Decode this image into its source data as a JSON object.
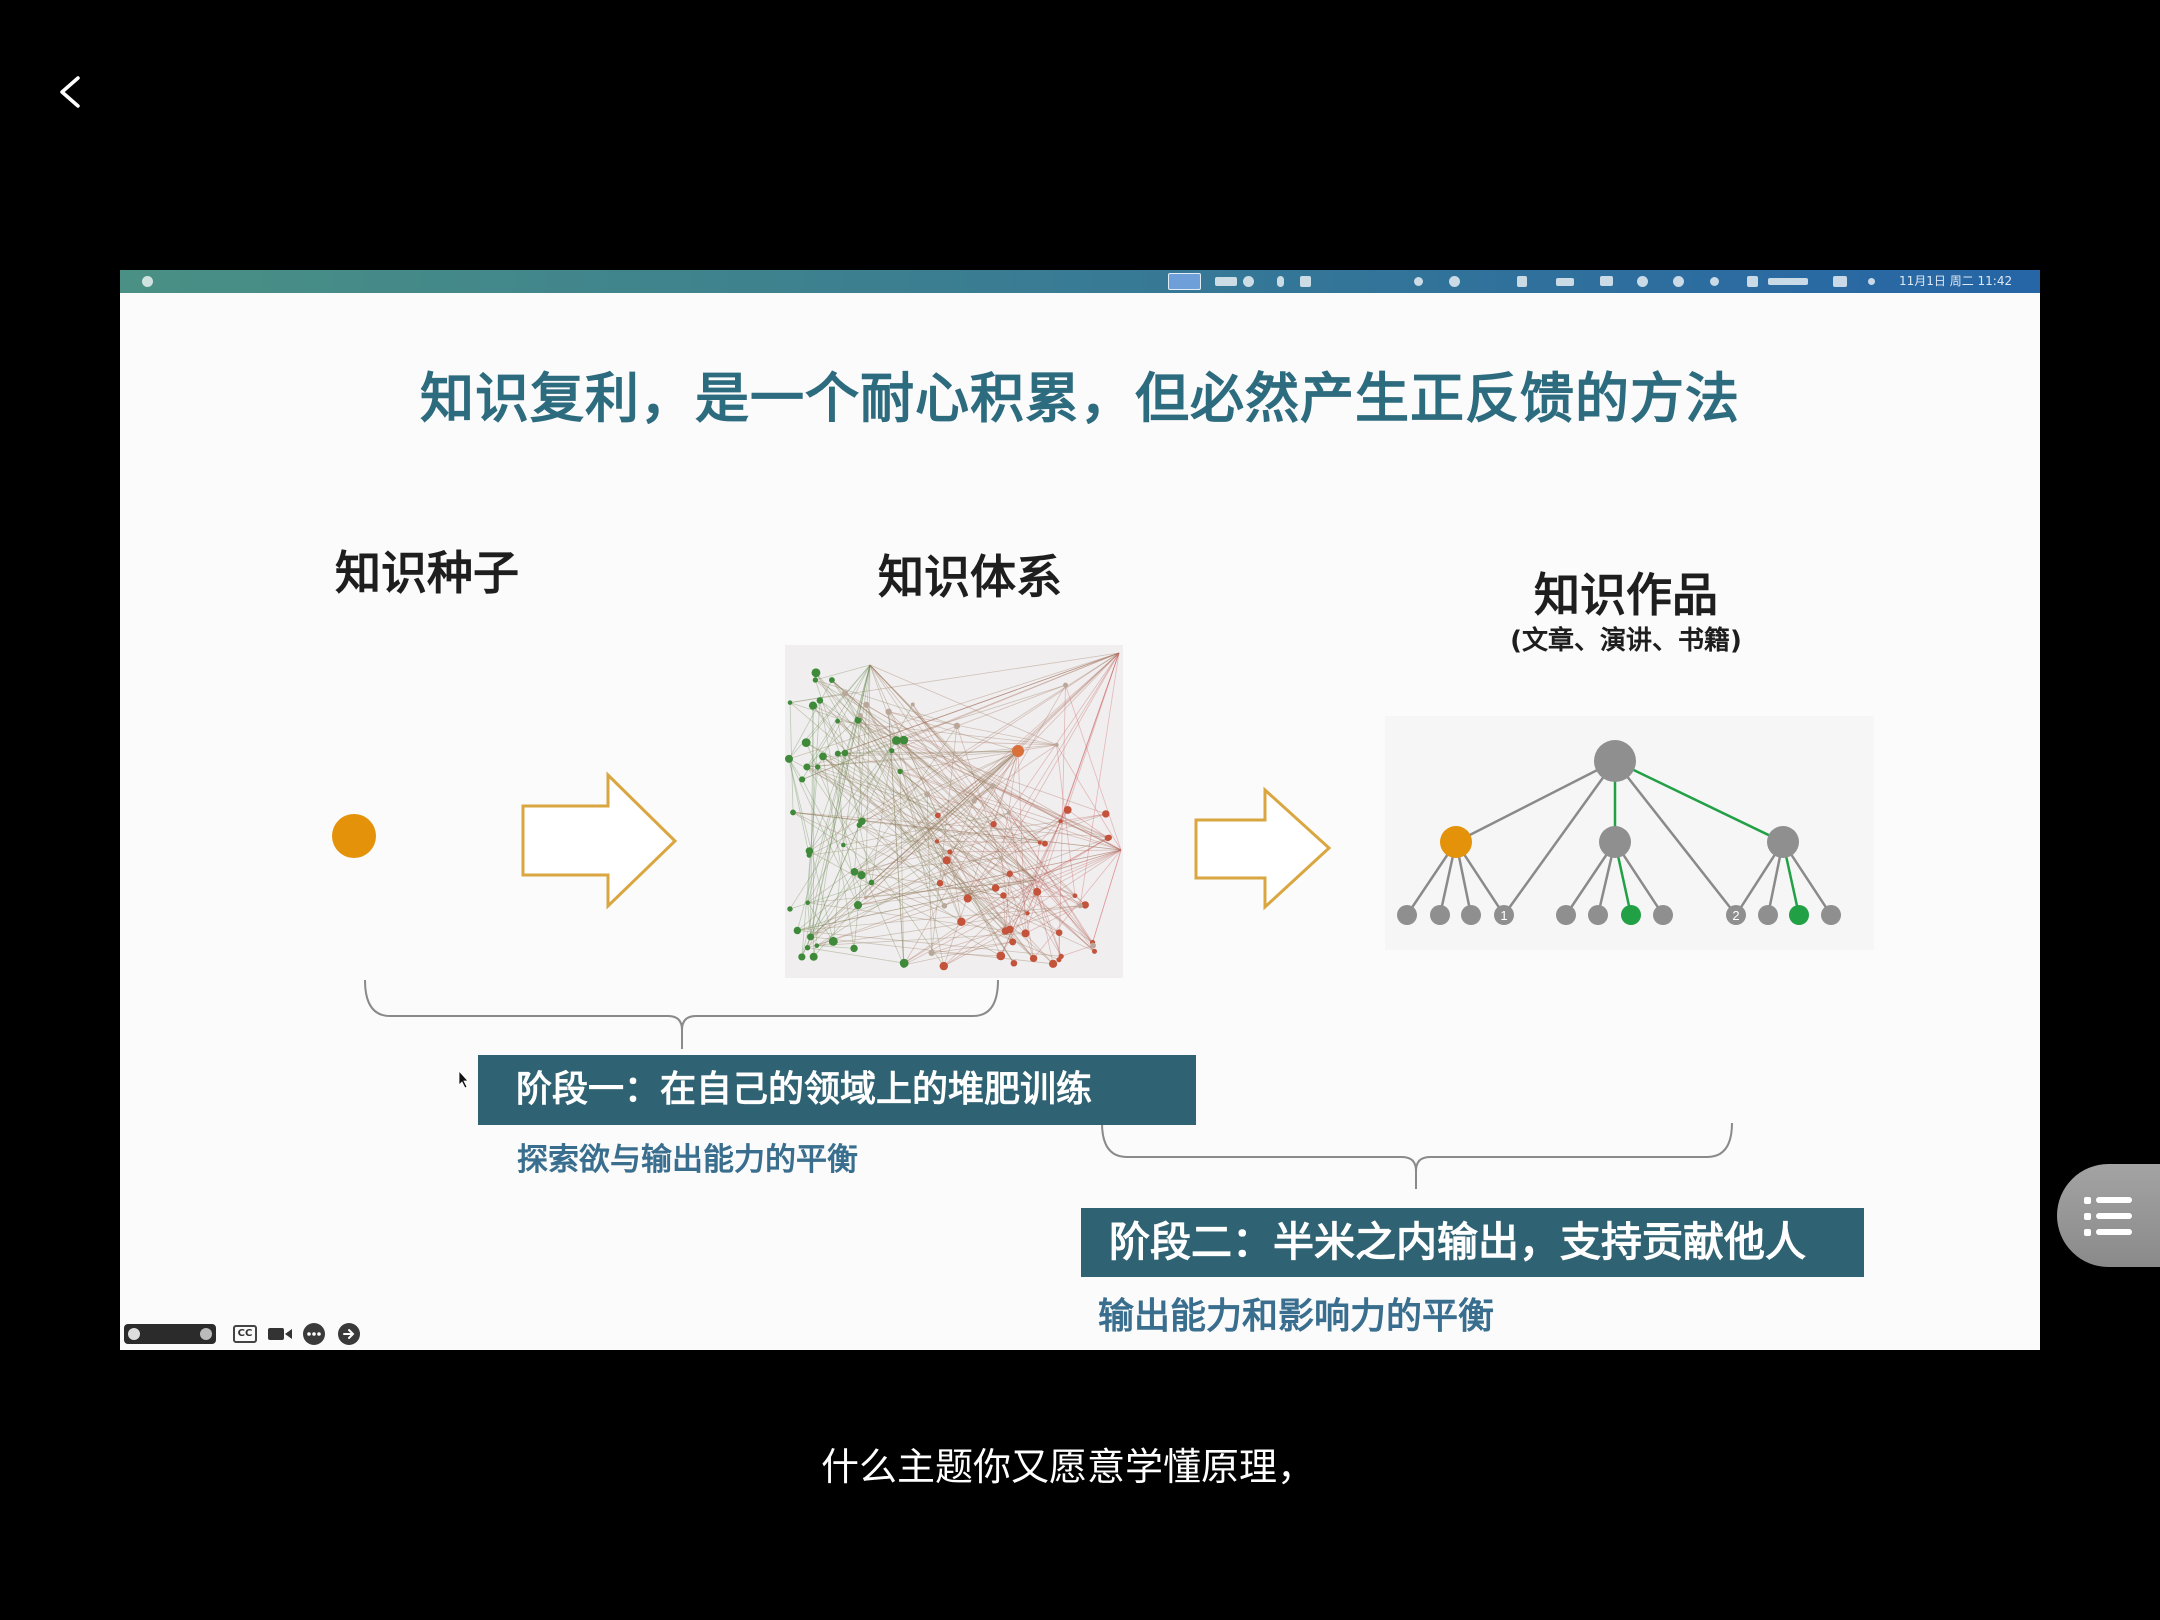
{
  "player": {
    "back_icon": "chevron-left-icon",
    "subtitle": "什么主题你又愿意学懂原理，",
    "menu_icon": "list-icon"
  },
  "slide": {
    "menubar": {
      "clock": "11月1日 周二 11:42"
    },
    "title": "知识复利，是一个耐心积累，但必然产生正反馈的方法",
    "stages": {
      "seed": "知识种子",
      "system": "知识体系",
      "works": "知识作品",
      "works_note": "(文章、演讲、书籍)"
    },
    "phases": [
      {
        "label": "阶段一：在自己的领域上的堆肥训练",
        "caption": "探索欲与输出能力的平衡"
      },
      {
        "label": "阶段二：半米之内输出，支持贡献他人",
        "caption": "输出能力和影响力的平衡"
      }
    ],
    "tree_leaf_labels": [
      "1",
      "2"
    ],
    "presenter_toolbar": {
      "cc_label": "CC",
      "icons": [
        "presenter-icon",
        "cc-icon",
        "video-camera-icon",
        "more-icon",
        "arrow-right-icon"
      ]
    }
  },
  "colors": {
    "title": "#2d6b7e",
    "phase_box": "#2f6272",
    "caption": "#3a6e8e",
    "seed": "#e3920a",
    "arrow": "#d9a640",
    "green": "#22a046",
    "node_gray": "#8f8f8f",
    "line_gray": "#8a8a8a"
  }
}
